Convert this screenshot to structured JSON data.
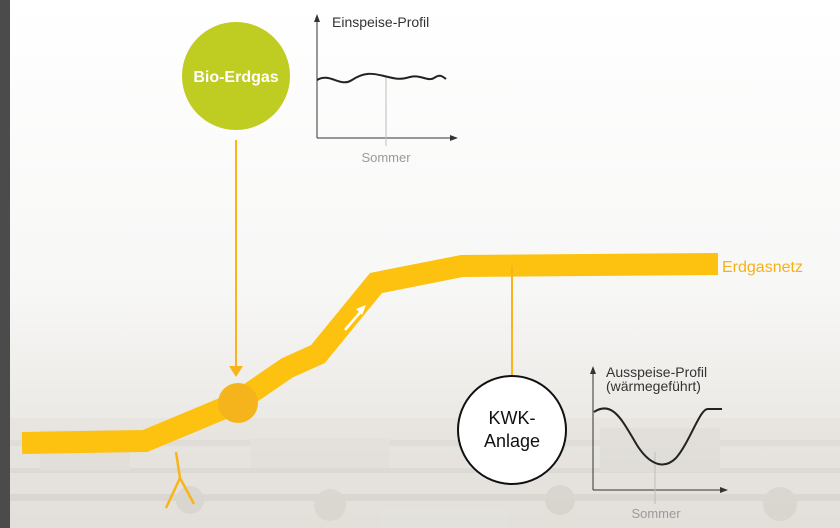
{
  "diagram": {
    "bio_node_label": "Bio-Erdgas",
    "chp_node_label_line1": "KWK-",
    "chp_node_label_line2": "Anlage",
    "grid_label": "Erdgasnetz",
    "feed_in_chart": {
      "title": "Einspeise-Profil",
      "x_marker_label": "Sommer"
    },
    "feed_out_chart": {
      "title_line1": "Ausspeise-Profil",
      "title_line2": "(wärmegeführt)",
      "x_marker_label": "Sommer"
    }
  },
  "colors": {
    "pipe": "#fdc10f",
    "connector": "#f8b418",
    "bio_circle": "#bfcc22",
    "junction": "#f5b41c",
    "grid_label": "#f7b117",
    "chart_line": "#222222",
    "axis": "#333333",
    "marker": "#bdbdbd",
    "marker_label": "#9a9a9a"
  },
  "icons": {
    "flow_direction": "arrow-up-right-icon",
    "axis_arrow": "arrow-head-icon"
  }
}
